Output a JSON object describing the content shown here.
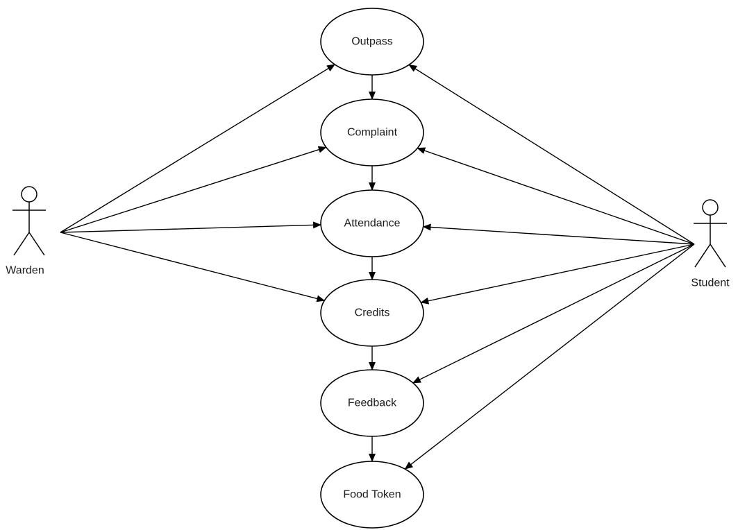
{
  "diagram": {
    "actors": {
      "warden": {
        "label": "Warden"
      },
      "student": {
        "label": "Student"
      }
    },
    "use_cases": [
      {
        "id": "outpass",
        "label": "Outpass"
      },
      {
        "id": "complaint",
        "label": "Complaint"
      },
      {
        "id": "attendance",
        "label": "Attendance"
      },
      {
        "id": "credits",
        "label": "Credits"
      },
      {
        "id": "feedback",
        "label": "Feedback"
      },
      {
        "id": "food_token",
        "label": "Food Token"
      }
    ],
    "relations": [
      {
        "from": "warden",
        "to": "outpass"
      },
      {
        "from": "warden",
        "to": "complaint"
      },
      {
        "from": "warden",
        "to": "attendance"
      },
      {
        "from": "warden",
        "to": "credits"
      },
      {
        "from": "student",
        "to": "outpass"
      },
      {
        "from": "student",
        "to": "complaint"
      },
      {
        "from": "student",
        "to": "attendance"
      },
      {
        "from": "student",
        "to": "credits"
      },
      {
        "from": "student",
        "to": "feedback"
      },
      {
        "from": "student",
        "to": "food_token"
      },
      {
        "from": "outpass",
        "to": "complaint"
      },
      {
        "from": "complaint",
        "to": "attendance"
      },
      {
        "from": "attendance",
        "to": "credits"
      },
      {
        "from": "credits",
        "to": "feedback"
      },
      {
        "from": "feedback",
        "to": "food_token"
      }
    ]
  }
}
